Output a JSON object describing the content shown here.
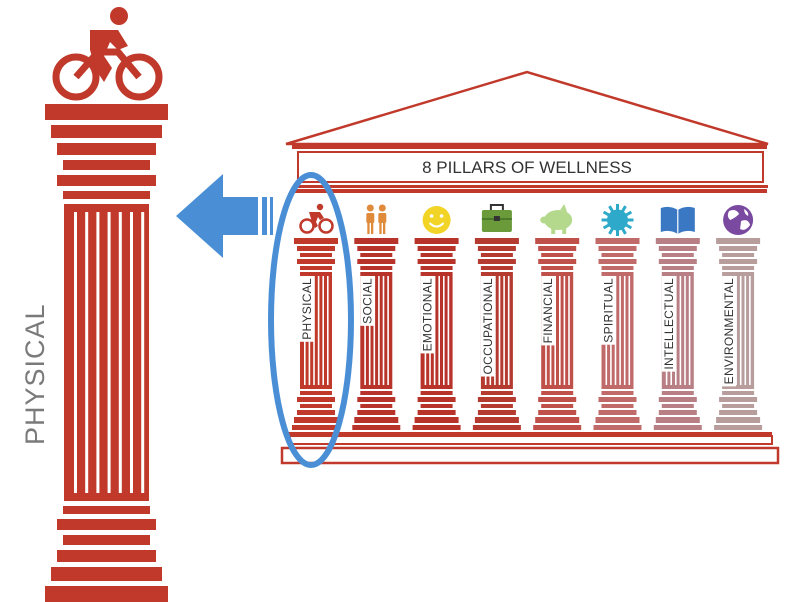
{
  "temple": {
    "title": "8 PILLARS OF WELLNESS",
    "roof_color": "#c0392b"
  },
  "focus": {
    "label": "PHYSICAL",
    "icon": "cyclist-icon",
    "color": "#c0392b",
    "label_color": "#7a7a7a"
  },
  "arrow": {
    "color": "#4a8fd6"
  },
  "highlight": {
    "color": "#4a8fd6",
    "target": "PHYSICAL"
  },
  "pillars": [
    {
      "label": "PHYSICAL",
      "icon": "cyclist-icon",
      "color": "#c0392b",
      "icon_color": "#c0392b"
    },
    {
      "label": "SOCIAL",
      "icon": "two-people-icon",
      "color": "#b8342a",
      "icon_color": "#e08a3c"
    },
    {
      "label": "EMOTIONAL",
      "icon": "smiley-icon",
      "color": "#b8342a",
      "icon_color": "#f2d427"
    },
    {
      "label": "OCCUPATIONAL",
      "icon": "briefcase-icon",
      "color": "#b53a30",
      "icon_color": "#6a9a3a"
    },
    {
      "label": "FINANCIAL",
      "icon": "piggy-bank-icon",
      "color": "#c0504a",
      "icon_color": "#b5d98c"
    },
    {
      "label": "SPIRITUAL",
      "icon": "sun-icon",
      "color": "#c06a6a",
      "icon_color": "#2ea9c9"
    },
    {
      "label": "INTELLECTUAL",
      "icon": "book-icon",
      "color": "#b87f84",
      "icon_color": "#3a78c4"
    },
    {
      "label": "ENVIRONMENTAL",
      "icon": "globe-icon",
      "color": "#b89d9d",
      "icon_color": "#7a4aa0"
    }
  ]
}
